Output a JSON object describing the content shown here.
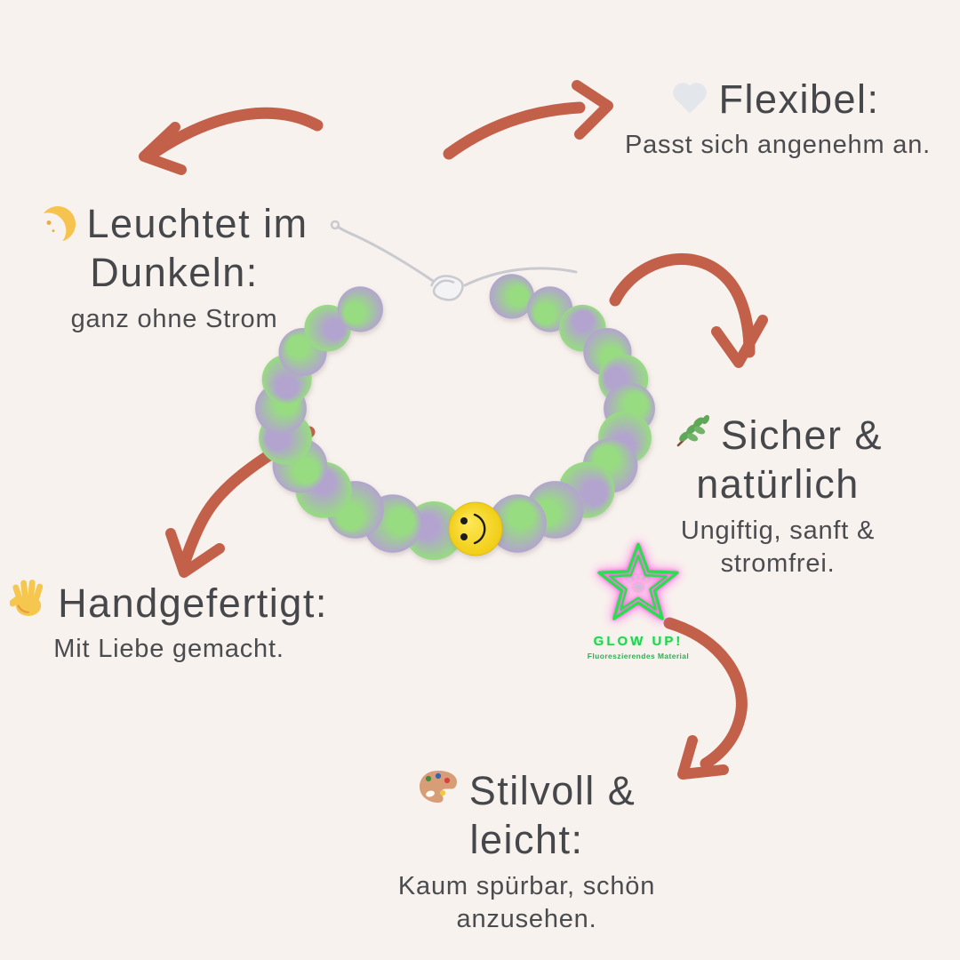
{
  "theme": {
    "background": "#f8f2ee",
    "heading_color": "#46474b",
    "subtitle_color": "#4b4c4f",
    "arrow_color": "#c2604a",
    "logo_green": "#1ed34e",
    "logo_glow_pink": "#ff55e0"
  },
  "features": {
    "leuchtet": {
      "icon": "crescent-moon-icon",
      "title_lines": [
        "Leuchtet im",
        "Dunkeln:"
      ],
      "subtitle": "ganz ohne Strom"
    },
    "flexibel": {
      "icon": "white-heart-icon",
      "title": "Flexibel:",
      "subtitle": "Passt sich angenehm an."
    },
    "sicher": {
      "icon": "herb-icon",
      "title_lines": [
        "Sicher &",
        "natürlich"
      ],
      "subtitle_lines": [
        "Ungiftig, sanft &",
        "stromfrei."
      ]
    },
    "handgefertigt": {
      "icon": "raised-hand-icon",
      "title": "Handgefertigt:",
      "subtitle": "Mit Liebe gemacht."
    },
    "stilvoll": {
      "icon": "palette-icon",
      "title_lines": [
        "Stilvoll &",
        "leicht:"
      ],
      "subtitle_lines": [
        "Kaum spürbar, schön",
        "anzusehen."
      ]
    }
  },
  "logo": {
    "name": "GLOW UP!",
    "tagline": "Fluoreszierendes Material"
  },
  "bracelet": {
    "bead_green": "#97dc81",
    "bead_purple": "#b3a4cf",
    "smiley_color": "#f5d123",
    "cord_color": "#c9cad0",
    "smiley_index": 11,
    "bead_mix": [
      0.7,
      0.75,
      0.4,
      0.65,
      0.3,
      0.75,
      0.45,
      0.8,
      0.3,
      0.6,
      0.75,
      0.5,
      0.25,
      0.6,
      0.7,
      0.3,
      0.65,
      0.35,
      0.7,
      0.3,
      0.6,
      0.35,
      0.7
    ]
  }
}
